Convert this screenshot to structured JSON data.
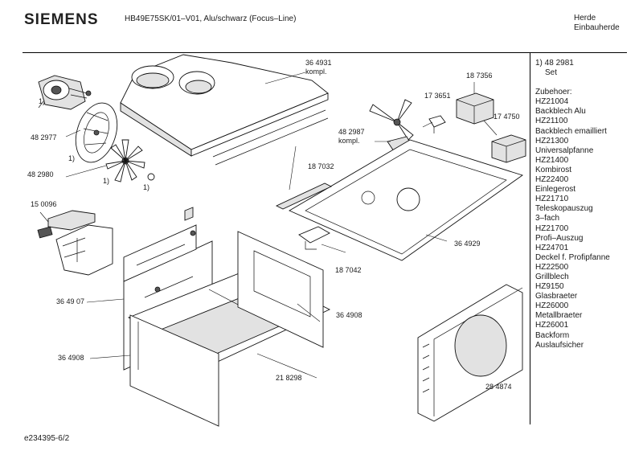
{
  "header": {
    "brand": "SIEMENS",
    "model_line": "HB49E75SK/01–V01, Alu/schwarz (Focus–Line)",
    "category_line1": "Herde",
    "category_line2": "Einbauherde"
  },
  "footer": {
    "doc_id": "e234395-6/2"
  },
  "callouts": {
    "c364931": "36 4931",
    "c364931_note": "kompl.",
    "c482977": "48 2977",
    "c482980": "48 2980",
    "c150096": "15 0096",
    "c364907": "36 49 07",
    "c364908a": "36 4908",
    "c364908b": "36 4908",
    "c218298": "21 8298",
    "c187356": "18 7356",
    "c173651": "17 3651",
    "c174750": "17 4750",
    "c482987": "48 2987",
    "c482987_note": "kompl.",
    "c187032": "18 7032",
    "c187042": "18 7042",
    "c364929": "36 4929",
    "c284874": "28 4874",
    "fn1": "1)",
    "fn2": "1)",
    "fn3": "1)",
    "fn4": "1)"
  },
  "side_panel": {
    "set_line": "1) 48 2981",
    "set_word": "Set",
    "heading": "Zubehoer:",
    "items": [
      "HZ21004",
      "Backblech Alu",
      "HZ21100",
      "Backblech emailliert",
      "HZ21300",
      "Universalpfanne",
      "HZ21400",
      "Kombirost",
      "HZ22400",
      "Einlegerost",
      "HZ21710",
      "Teleskopauszug",
      "3–fach",
      "HZ21700",
      "Profi–Auszug",
      "HZ24701",
      "Deckel f. Profipfanne",
      "HZ22500",
      "Grillblech",
      "HZ9150",
      "Glasbraeter",
      "HZ26000",
      "Metallbraeter",
      "HZ26001",
      "Backform",
      "Auslaufsicher"
    ]
  }
}
